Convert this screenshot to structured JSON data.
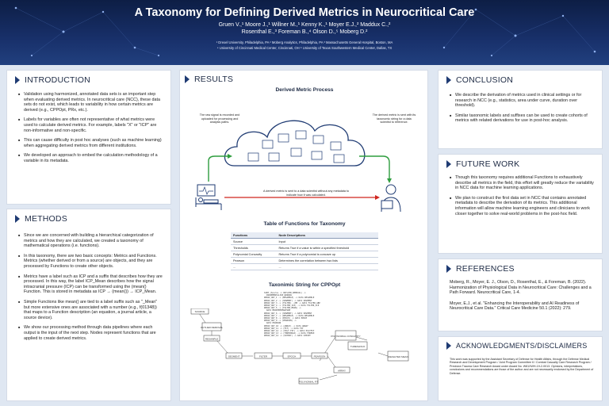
{
  "header": {
    "title": "A Taxonomy for Defining Derived Metrics in Neurocritical Care",
    "authors_line1": "Gruen V.,¹ Moore J.,¹ Willner M.,¹ Kenny K.,¹ Moyer E.J.,² Maddux C.,²",
    "authors_line2": "Rosenthal E.,³ Foreman B.,⁴ Olson D.,⁵ Moberg D.²",
    "affil_line1": "¹ Drexel University, Philadelphia, PA   ² Moberg Analytics, Philadelphia, PA   ³ Massachusetts General Hospital, Boston, MA",
    "affil_line2": "⁴ University of Cincinnati Medical Center, Cincinnati, OH   ⁵ University of Texas Southwestern Medical Center, Dallas, TX"
  },
  "introduction": {
    "title": "INTRODUCTION",
    "bullets": [
      "Validation using harmonized, annotated data sets is an important step when evaluating derived metrics. In neurocritical care (NCC), these data sets do not exist, which leads to variability in how certain metrics are derived (e.g., CPPOpt, PRx, etc.).",
      "Labels for variables are often not representative of what metrics were used to calculate derived metrics. For example, labels \"X\" or \"ICP\" are non-informative and non-specific.",
      "This can cause difficulty in post hoc analyses (such as machine learning) when aggregating derived metrics from different institutions.",
      "We developed an approach to embed the calculation methodology of a variable in its metadata."
    ]
  },
  "methods": {
    "title": "METHODS",
    "bullets": [
      "Since we are concerned with building a hierarchical categorization of metrics and how they are calculated, we created a taxonomy of mathematical operations (i.e. functions).",
      "In this taxonomy, there are two basic concepts: Metrics and Functions. Metrics (whether derived or from a source) are objects, and they are processed by Functions to create other objects.",
      "Metrics have a label such as ICP and a suffix that describes how they are processed. In this way, the label ICP_Mean describes how the signal intracranial pressure (ICP) can be transformed using the (mean() Function. This is stored in metadata as ICP → (mean()) → ICP_Mean.",
      "Simple Functions like mean() are tied to a label suffix such as \"_Mean\" but more extensive ones are associated with a number (e.g., f(01348)) that maps to a Function description (an equation, a journal article, a source device).",
      "We show our processing method through data pipelines where each output is the input of the next step. Nodes represent functions that are applied to create derived metrics."
    ]
  },
  "results": {
    "title": "RESULTS",
    "process_title": "Derived Metric Process",
    "note_left": "The raw signal is recorded and uploaded for processing and analysis paths.",
    "note_right": "The derived metric is sent with its taxonomic string for a data scientist to reference.",
    "note_bottom": "A derived metric is sent to a data scientist without any metadata to indicate how it was calculated.",
    "table_title": "Table of Functions for Taxonomy",
    "table_headers": [
      "Functions",
      "Node Descriptions"
    ],
    "table_rows": [
      [
        "Source",
        "Input"
      ],
      [
        "Thresholds",
        "Returns True if a value is within a specified threshold"
      ],
      [
        "Polynomial Concavity",
        "Returns True if a polynomial is concave up"
      ],
      [
        "Pearson",
        "Determines the correlation between two lists"
      ],
      [
        "...",
        "..."
      ]
    ],
    "string_title": "Taxonimic String for CPPOpt",
    "string_code": "SINT_(Source -> OUTLIER_REMOVAL) ->\n  INCREMENTALISE_WINDOW\nDERIV_OUT_1 -> (RESAMPLE) -> DATA RESAMPLE\nDERIV_OUT_2 -> (SEGMENT) -> DATA SEGMENT\nDERIV_OUT_3 -> (FILTER) ->MP -> DATA FILTER_ABP\nDERIV_OUT_4 -> (FILTER_ICP) -> DATA FILTER_ICP\nDERIV_OUT_5 -> (FILTER_MEAN) ->\n  DATA MEANTEMPERATURE\nDERIV_OUT_6 -> (SEGMENT) -> DATA SEGMENT\nDERIV_OUT_7 -> (RESAMPLE) -> DATA RESAMPLE\nDERIV_OUT_8 -> (EPOCH) -> DATA EPOCH\nDERIV_OUT_9 -> (PEARSON) ->\n  DATA PEARSON\nDERIV_OUT_10 -> (ARRAY) -> DATA ARRAY\nDERIV_OUT_11 -> (FIT) -> DATA FIT\nDERIV_OUT_12 -> (POLY_FIT) -> DATA POLYFIT\nDERIV_OUT_13 -> (THRESHOLD) -> DATA THRESH\nDERIV_OUT_14 -> (OUTPUT) -> DATA CPPOPT",
    "flow_nodes": [
      "SOURCE",
      "OUTLIER REMOVAL",
      "RESAMPLE",
      "SEGMENT",
      "FILTER",
      "EPOCH",
      "PEARSON",
      "ARRAY",
      "POLYNOMIAL FIT",
      "POLYNOMIAL CONCAVITY",
      "THRESHOLD",
      "WEIGHTED MEAN"
    ]
  },
  "conclusion": {
    "title": "CONCLUSION",
    "bullets": [
      "We describe the derivation of metrics used in clinical settings or for research in NCC (e.g., statistics, area under curve, duration over threshold).",
      "Similar taxonomic labels and suffixes can be used to create cohorts of metrics with related derivations for use in post-hoc analysis."
    ]
  },
  "future_work": {
    "title": "FUTURE WORK",
    "bullets": [
      "Though this taxonomy requires additional Functions to exhaustively describe all metrics in the field, this effort will greatly reduce the variability in NCC data for machine learning applications.",
      "We plan to construct the first data set in NCC that contains annotated metadata to describe the derivation of its metrics. This additional information will allow machine learning engineers and clinicians to work closer together to solve real-world problems in the post-hoc field."
    ]
  },
  "references": {
    "title": "REFERENCES",
    "items": [
      "Moberg, R., Moyer, E. J., Olson, D., Rosenthal, E., & Foreman, B. (2022). Harmonization of Physiological Data in Neurocritical Care: Challenges and a Path Forward. Neurocritical Care, 1-4.",
      "Moyer, E.J., et al. \"Enhancing the Interoperability and AI Readiness of Neurocritical Care Data.\" Critical Care Medicine 50.1 (2022): 279."
    ]
  },
  "acknowledgments": {
    "title": "ACKNOWLEDGMENTS/DISCLAIMERS",
    "text": "This work was supported by the Assistant Secretary of Defense for Health Affairs, through the Defense Medical Research and Development Program / Joint Program Committee 6 / Combat Casualty Care Research Program / Precision Trauma Care Research Award under Award No. W81XWH-19-2-0013. Opinions, interpretations, conclusions and recommendations are those of the author and are not necessarily endorsed by the Department of Defense."
  },
  "colors": {
    "banner": "#0d1e45",
    "accent_green": "#2e9d3e",
    "accent_red": "#d0261f",
    "navy": "#1f3b73"
  }
}
